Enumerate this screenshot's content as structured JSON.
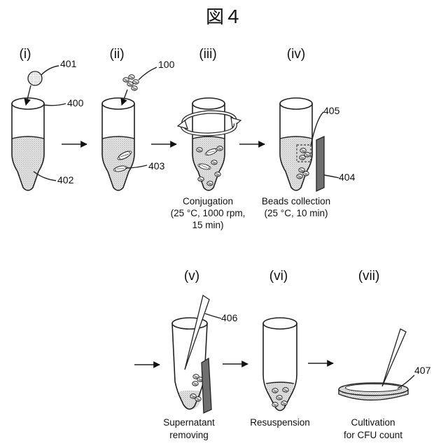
{
  "figure": {
    "title": "図４"
  },
  "steps": [
    {
      "label": "(i)",
      "caption": []
    },
    {
      "label": "(ii)",
      "caption": []
    },
    {
      "label": "(iii)",
      "caption": [
        "Conjugation",
        "(25 °C, 1000 rpm,",
        "15 min)"
      ]
    },
    {
      "label": "(iv)",
      "caption": [
        "Beads collection",
        "(25 °C, 10 min)"
      ]
    },
    {
      "label": "(v)",
      "caption": [
        "Supernatant",
        "removing"
      ]
    },
    {
      "label": "(vi)",
      "caption": [
        "Resuspension"
      ]
    },
    {
      "label": "(vii)",
      "caption": [
        "Cultivation",
        "for CFU count"
      ]
    }
  ],
  "refs": {
    "bead": "401",
    "tube": "400",
    "liquid": "402",
    "bacteria": "100",
    "complex": "403",
    "aggregate": "405",
    "magnet": "404",
    "pipette": "406",
    "plate": "407"
  },
  "icons": [
    "arrow-right-icon",
    "rotation-icon",
    "magnet-icon",
    "pipette-icon",
    "petri-dish-icon"
  ]
}
